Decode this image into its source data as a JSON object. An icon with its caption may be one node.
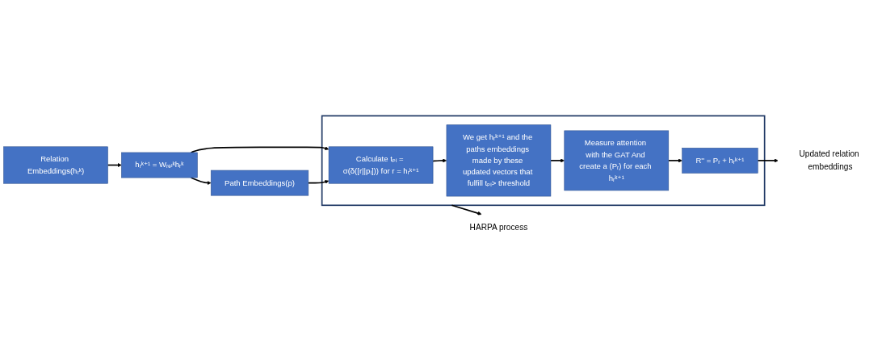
{
  "diagram": {
    "nodes": [
      {
        "text": [
          "Relation Embeddings(hᵣᵏ)"
        ]
      },
      {
        "text": [
          "hᵣᵏ⁺¹ = Wᵣₑₗᵏhᵣᵏ"
        ]
      },
      {
        "text": [
          "Path Embeddings(p)"
        ]
      },
      {
        "text": [],
        "shape": "box"
      },
      {
        "text": [
          "Calculate tₚᵢ = σ(δ([r||pᵢ])) for r = hᵣᵏ⁺¹"
        ],
        "in": 3
      },
      {
        "text": [
          "We get hᵣᵏ⁺¹ and the paths embeddings made by these updated vectors that fulfill tₚᵢ> threshold"
        ],
        "in": 3
      },
      {
        "text": [
          "Measure attention with the GAT And create a (Pᵣ) for each hᵣᵏ⁺¹"
        ],
        "in": 3
      },
      {
        "text": [
          "R'' = Pᵣ + hᵣᵏ⁺¹"
        ],
        "in": 3
      },
      {
        "text": [
          "HARPA process"
        ]
      },
      {
        "text": [
          "Updated relation embeddings"
        ]
      }
    ],
    "edges": [
      {
        "from": 0,
        "to": 1,
        "arrow": "to"
      },
      {
        "from": 1,
        "to": 2,
        "arrow": "to"
      },
      {
        "from": 1,
        "to": 4,
        "arrow": "to"
      },
      {
        "from": 2,
        "to": 4,
        "arrow": "to"
      },
      {
        "from": 4,
        "to": 5,
        "arrow": "to"
      },
      {
        "from": 5,
        "to": 6,
        "arrow": "to"
      },
      {
        "from": 6,
        "to": 7,
        "arrow": "to"
      },
      {
        "from": 3,
        "to": 8,
        "arrow": "to"
      },
      {
        "from": 7,
        "to": 9,
        "arrow": "to"
      }
    ]
  }
}
